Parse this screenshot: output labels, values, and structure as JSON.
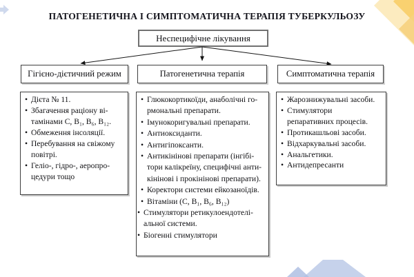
{
  "title": "ПАТОГЕНЕТИЧНА І СИМПТОМАТИЧНА ТЕРАПІЯ ТУБЕРКУЛЬОЗУ",
  "root_node": {
    "label": "Неспецифічне лікування"
  },
  "bullet_char": "•",
  "columns": [
    {
      "header": "Гігієно-дієтичний режим",
      "items": [
        "Дієта № 11.",
        "Збагачення раціону ві-\nтамінами С, В₁, В₆, В₁₂.",
        "Обмеження інсоляції.",
        "Перебування на свіжому\nповітрі.",
        "Геліо-, гідро-, аеропро-\nцедури тощо"
      ]
    },
    {
      "header": "Патогенетична терапія",
      "items": [
        "Глюкокортикоїди, анаболічні го-\nрмональні препарати.",
        "Імунокоригувальні препарати.",
        "Антиоксиданти.",
        "Антигіпоксанти.",
        "Антикінінові препарати (інгібі-\nтори калікреїну, специфічні анти-\nкінінові і прокінінові препарати).",
        "Коректори системи ейкозаноїдів.",
        "Вітаміни (С, В₁, В₆, В₁₂)",
        "Стимулятори ретикулоендотелі-\nальної системи.",
        "Біогенні стимулятори"
      ]
    },
    {
      "header": "Симптоматична терапія",
      "items": [
        "Жарознижувальні засоби.",
        "Стимулятори\nрепаративних процесів.",
        "Протикашльові засоби.",
        "Відхаркувальні засоби.",
        "Анальгетики.",
        "Антидепресанти"
      ]
    }
  ],
  "colors": {
    "box_border": "#3d3d3d",
    "root_box_border": "#707070",
    "text": "#15151d",
    "accent_yellow_pale": "#FBE7B4",
    "accent_yellow_bright": "#F8CE67",
    "accent_yellow_mid": "#F6D27E",
    "accent_blue_light": "#BCCAE8",
    "accent_blue_mid": "#AFC0E3"
  }
}
